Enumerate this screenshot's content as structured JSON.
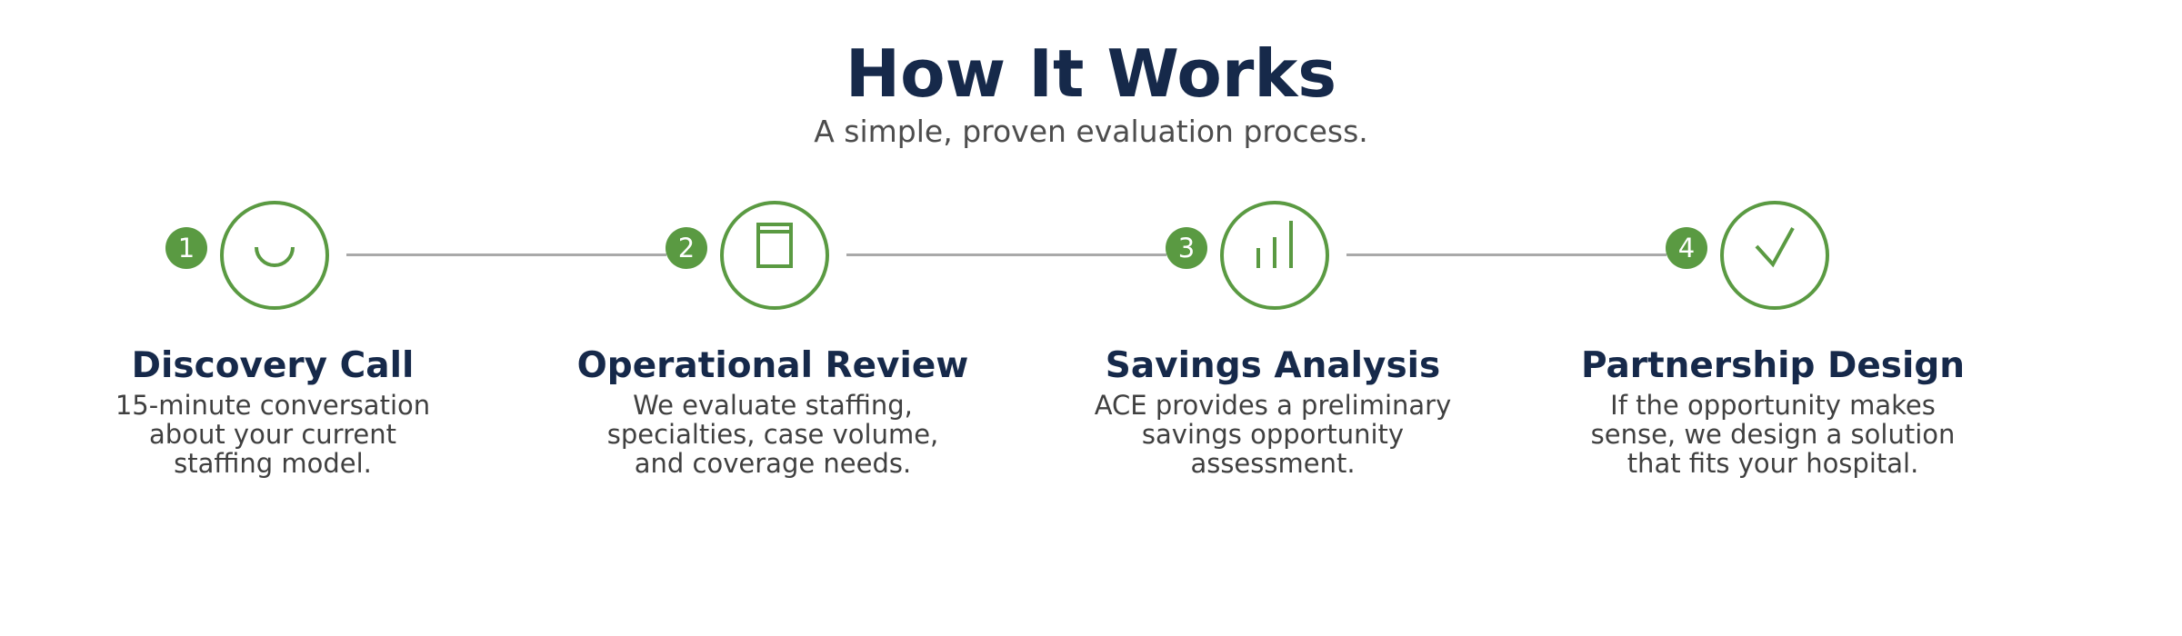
{
  "header": {
    "title": "How It Works",
    "subtitle": "A simple, proven evaluation process."
  },
  "colors": {
    "accent": "#5a9a42",
    "heading": "#16294a",
    "connector": "#a9a9a9"
  },
  "steps": [
    {
      "number": "1",
      "icon": "smile-icon",
      "title": "Discovery Call",
      "lines": [
        "15-minute conversation",
        "about your current",
        "staffing model."
      ]
    },
    {
      "number": "2",
      "icon": "document-icon",
      "title": "Operational Review",
      "lines": [
        "We evaluate staffing,",
        "specialties, case volume,",
        "and coverage needs."
      ]
    },
    {
      "number": "3",
      "icon": "bar-chart-icon",
      "title": "Savings Analysis",
      "lines": [
        "ACE provides a preliminary",
        "savings opportunity",
        "assessment."
      ]
    },
    {
      "number": "4",
      "icon": "checkmark-icon",
      "title": "Partnership Design",
      "lines": [
        "If the opportunity makes",
        "sense, we design a solution",
        "that fits your hospital."
      ]
    }
  ]
}
